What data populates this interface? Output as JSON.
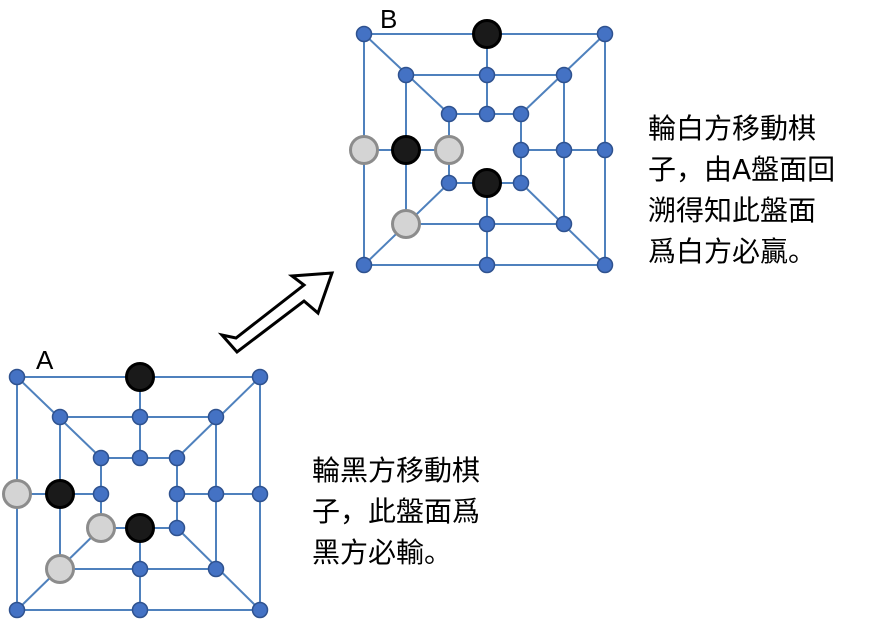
{
  "board_a": {
    "label": "A",
    "caption_lines": [
      "輪黑方移動棋",
      "子，此盤面爲",
      "黑方必輸。"
    ],
    "pieces": [
      {
        "point": "outer-top-mid",
        "color": "black"
      },
      {
        "point": "outer-left-mid",
        "color": "white"
      },
      {
        "point": "middle-left-mid",
        "color": "black"
      },
      {
        "point": "inner-bottom-left",
        "color": "white"
      },
      {
        "point": "inner-bottom-mid",
        "color": "black"
      },
      {
        "point": "middle-bottom-left",
        "color": "white"
      }
    ]
  },
  "board_b": {
    "label": "B",
    "caption_lines": [
      "輪白方移動棋",
      "子，由A盤面回",
      "溯得知此盤面",
      "爲白方必贏。"
    ],
    "pieces": [
      {
        "point": "outer-top-mid",
        "color": "black"
      },
      {
        "point": "outer-left-mid",
        "color": "white"
      },
      {
        "point": "middle-left-mid",
        "color": "black"
      },
      {
        "point": "inner-left-mid",
        "color": "white"
      },
      {
        "point": "inner-bottom-mid",
        "color": "black"
      },
      {
        "point": "middle-bottom-left",
        "color": "white"
      }
    ]
  },
  "colors": {
    "line": "#4f81bd",
    "point": "#4472c4",
    "point_stroke": "#2f528f",
    "black_piece": "#1a1a1a",
    "white_piece": "#d4d4d4",
    "white_piece_stroke": "#8c8c8c"
  },
  "arrow": {
    "from": "board_a",
    "to": "board_b"
  }
}
